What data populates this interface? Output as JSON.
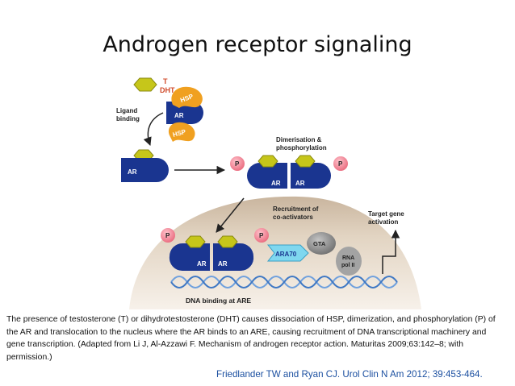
{
  "slide": {
    "title": "Androgen receptor signaling",
    "caption": "The presence of testosterone (T) or dihydrotestosterone (DHT) causes dissociation of HSP, dimerization, and phosphorylation (P) of the AR and translocation to the nucleus where the AR binds to an ARE, causing recruitment of DNA transcriptional machinery and gene transcription. (Adapted from Li J, Al-Azzawi F. Mechanism of androgen receptor action. Maturitas 2009;63:142–8; with permission.)",
    "citation": "Friedlander TW and Ryan CJ. Urol Clin N Am 2012; 39:453-464."
  },
  "diagram": {
    "ligand_label_t": "T",
    "ligand_label_dht": "DHT",
    "hsp_label": "HSP",
    "ar_label": "AR",
    "p_label": "P",
    "ligand_binding_line1": "Ligand",
    "ligand_binding_line2": "binding",
    "dimerisation_line1": "Dimerisation &",
    "dimerisation_line2": "phosphorylation",
    "recruitment_line1": "Recruitment of",
    "recruitment_line2": "co-activators",
    "target_line1": "Target gene",
    "target_line2": "activation",
    "ara70_label": "ARA70",
    "gta_label": "GTA",
    "rna_line1": "RNA",
    "rna_line2": "pol II",
    "dna_binding_label": "DNA binding at ARE",
    "colors": {
      "ligand": "#c6c61a",
      "receptor": "#1a3590",
      "hsp": "#f0a020",
      "phospho": "#f27a8a",
      "nucleus": "#dac9b4",
      "ara70": "#7fd7ef",
      "gta": "#8d8d8d",
      "rna_pol": "#a3a3a3",
      "dna": "#6fa0dd"
    }
  }
}
